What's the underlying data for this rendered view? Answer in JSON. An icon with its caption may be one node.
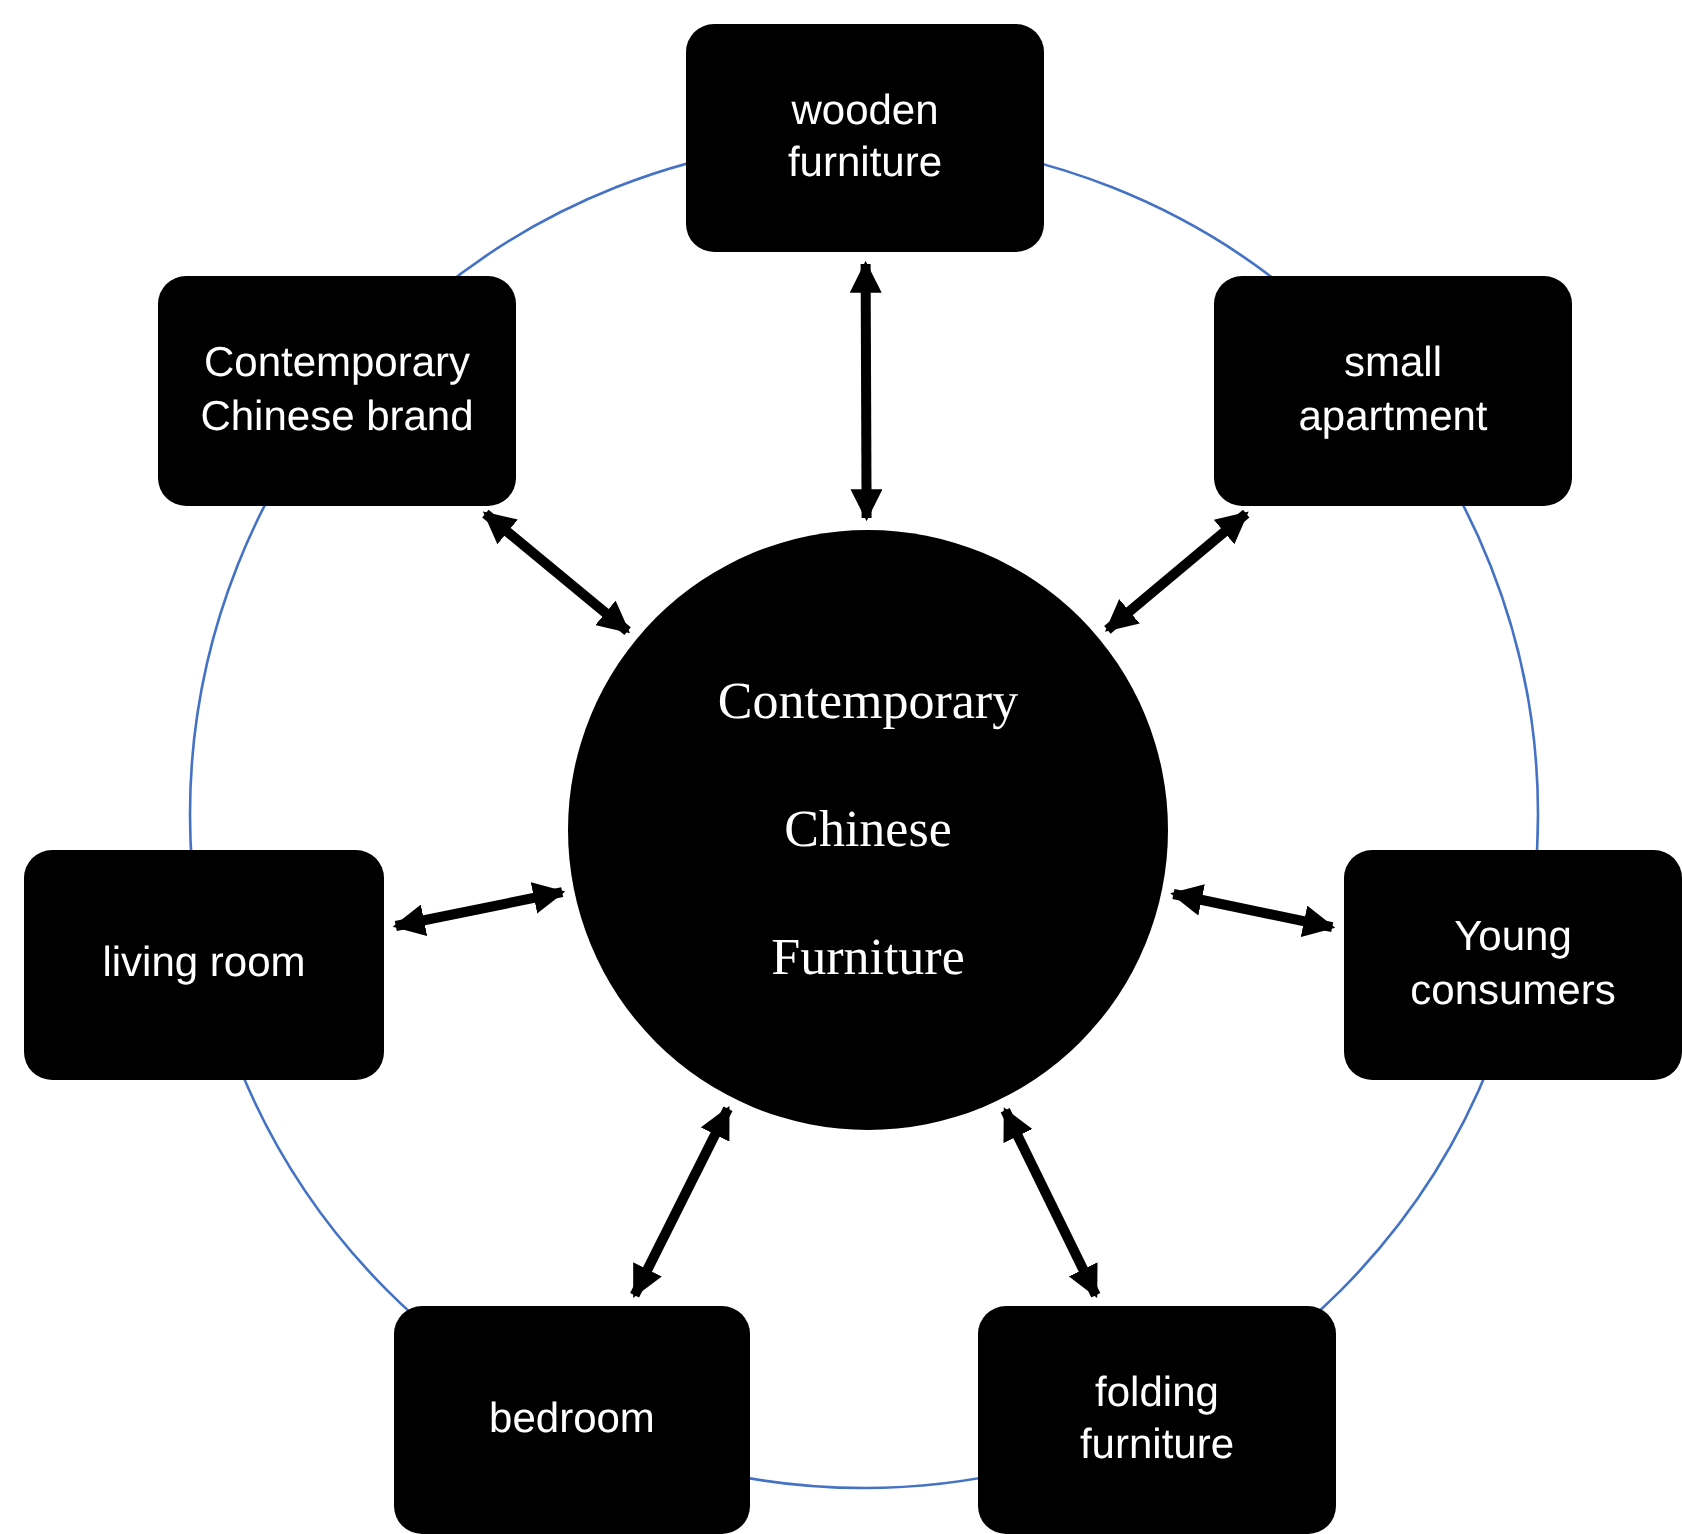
{
  "diagram": {
    "nodes": [
      {
        "text": [
          "wooden furniture"
        ]
      },
      {
        "text": [
          "Contemporary Chinese brand"
        ]
      },
      {
        "text": [
          "small apartment"
        ]
      },
      {
        "text": [
          "Contemporary Chinese Furniture"
        ]
      },
      {
        "text": [
          "living room"
        ]
      },
      {
        "text": [
          "Young consumers"
        ]
      },
      {
        "text": [
          "bedroom"
        ]
      },
      {
        "text": [
          "folding furniture"
        ]
      }
    ],
    "edges": [
      {
        "from": 3,
        "to": 0,
        "arrow": "both"
      },
      {
        "from": 3,
        "to": 1,
        "arrow": "both"
      },
      {
        "from": 3,
        "to": 2,
        "arrow": "both"
      },
      {
        "from": 3,
        "to": 4,
        "arrow": "both"
      },
      {
        "from": 3,
        "to": 5,
        "arrow": "both"
      },
      {
        "from": 3,
        "to": 6,
        "arrow": "both"
      },
      {
        "from": 3,
        "to": 7,
        "arrow": "both"
      }
    ]
  }
}
